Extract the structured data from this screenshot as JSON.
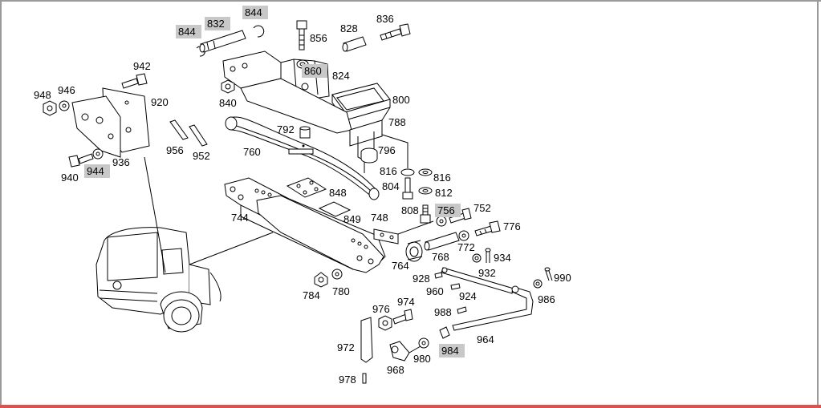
{
  "labels": [
    {
      "id": "844a",
      "text": "844",
      "hl": true
    },
    {
      "id": "832",
      "text": "832",
      "hl": true
    },
    {
      "id": "844b",
      "text": "844",
      "hl": true
    },
    {
      "id": "856",
      "text": "856",
      "hl": false
    },
    {
      "id": "828",
      "text": "828",
      "hl": false
    },
    {
      "id": "836",
      "text": "836",
      "hl": false
    },
    {
      "id": "942",
      "text": "942",
      "hl": false
    },
    {
      "id": "948",
      "text": "948",
      "hl": false
    },
    {
      "id": "946",
      "text": "946",
      "hl": false
    },
    {
      "id": "920",
      "text": "920",
      "hl": false
    },
    {
      "id": "860",
      "text": "860",
      "hl": true
    },
    {
      "id": "824",
      "text": "824",
      "hl": false
    },
    {
      "id": "840",
      "text": "840",
      "hl": false
    },
    {
      "id": "800",
      "text": "800",
      "hl": false
    },
    {
      "id": "792",
      "text": "792",
      "hl": false
    },
    {
      "id": "788",
      "text": "788",
      "hl": false
    },
    {
      "id": "956",
      "text": "956",
      "hl": false
    },
    {
      "id": "952",
      "text": "952",
      "hl": false
    },
    {
      "id": "760",
      "text": "760",
      "hl": false
    },
    {
      "id": "796",
      "text": "796",
      "hl": false
    },
    {
      "id": "936",
      "text": "936",
      "hl": false
    },
    {
      "id": "940",
      "text": "940",
      "hl": false
    },
    {
      "id": "944",
      "text": "944",
      "hl": true
    },
    {
      "id": "816a",
      "text": "816",
      "hl": false
    },
    {
      "id": "816b",
      "text": "816",
      "hl": false
    },
    {
      "id": "804",
      "text": "804",
      "hl": false
    },
    {
      "id": "812",
      "text": "812",
      "hl": false
    },
    {
      "id": "848",
      "text": "848",
      "hl": false
    },
    {
      "id": "808",
      "text": "808",
      "hl": false
    },
    {
      "id": "756",
      "text": "756",
      "hl": true
    },
    {
      "id": "752",
      "text": "752",
      "hl": false
    },
    {
      "id": "744",
      "text": "744",
      "hl": false
    },
    {
      "id": "849",
      "text": "849",
      "hl": false
    },
    {
      "id": "748",
      "text": "748",
      "hl": false
    },
    {
      "id": "776",
      "text": "776",
      "hl": false
    },
    {
      "id": "772",
      "text": "772",
      "hl": false
    },
    {
      "id": "768",
      "text": "768",
      "hl": false
    },
    {
      "id": "934",
      "text": "934",
      "hl": false
    },
    {
      "id": "764",
      "text": "764",
      "hl": false
    },
    {
      "id": "928",
      "text": "928",
      "hl": false
    },
    {
      "id": "932",
      "text": "932",
      "hl": false
    },
    {
      "id": "990",
      "text": "990",
      "hl": false
    },
    {
      "id": "784",
      "text": "784",
      "hl": false
    },
    {
      "id": "780",
      "text": "780",
      "hl": false
    },
    {
      "id": "960",
      "text": "960",
      "hl": false
    },
    {
      "id": "924",
      "text": "924",
      "hl": false
    },
    {
      "id": "986",
      "text": "986",
      "hl": false
    },
    {
      "id": "976",
      "text": "976",
      "hl": false
    },
    {
      "id": "974",
      "text": "974",
      "hl": false
    },
    {
      "id": "988",
      "text": "988",
      "hl": false
    },
    {
      "id": "964",
      "text": "964",
      "hl": false
    },
    {
      "id": "972",
      "text": "972",
      "hl": false
    },
    {
      "id": "984",
      "text": "984",
      "hl": true
    },
    {
      "id": "980",
      "text": "980",
      "hl": false
    },
    {
      "id": "968",
      "text": "968",
      "hl": false
    },
    {
      "id": "978",
      "text": "978",
      "hl": false
    }
  ]
}
